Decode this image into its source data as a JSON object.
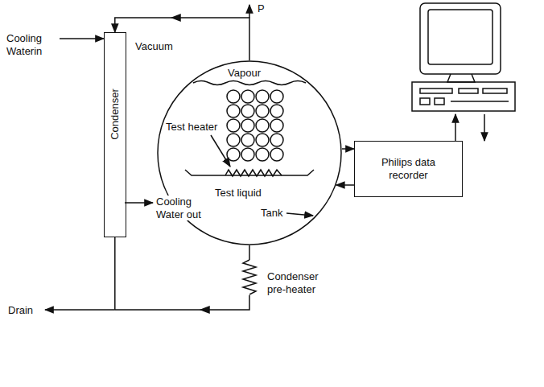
{
  "diagram": {
    "nodes": [
      {
        "text": [
          "Condenser"
        ]
      },
      {
        "text": [
          "Vapour",
          "Test liquid"
        ]
      },
      {
        "text": [
          "Philips data recorder"
        ]
      }
    ],
    "edges": [
      {
        "from": 1,
        "to": 0,
        "arrow": "to"
      },
      {
        "from": 1,
        "to": 0,
        "arrow": "none"
      },
      {
        "from": 1,
        "to": 2,
        "arrow": "to"
      },
      {
        "from": 2,
        "to": 1,
        "arrow": "to"
      }
    ],
    "labels": [
      "Cooling Waterin",
      "Vacuum",
      "P",
      "Cooling Water out",
      "Test heater",
      "Tank",
      "Condenser pre-heater",
      "Drain"
    ]
  }
}
